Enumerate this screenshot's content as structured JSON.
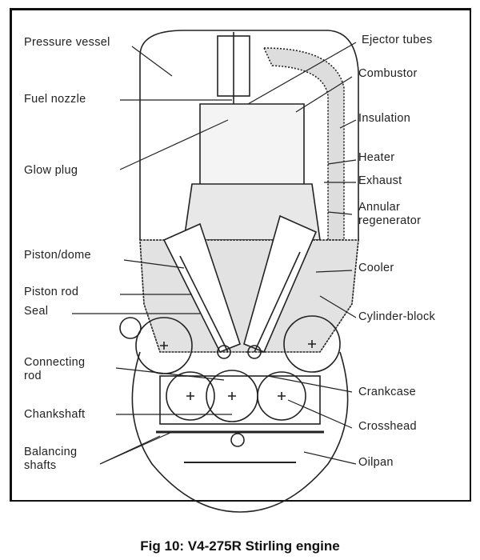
{
  "figure": {
    "caption": "Fig 10: V4-275R Stirling engine",
    "labels_left": [
      {
        "text": "Pressure vessel"
      },
      {
        "text": "Fuel nozzle"
      },
      {
        "text": "Glow plug"
      },
      {
        "text": "Piston/dome"
      },
      {
        "text": "Piston rod"
      },
      {
        "text": "Seal"
      },
      {
        "text": "Connecting"
      },
      {
        "text": "rod"
      },
      {
        "text": "Chankshaft"
      },
      {
        "text": "Balancing"
      },
      {
        "text": "shafts"
      }
    ],
    "labels_right": [
      {
        "text": "Ejector tubes"
      },
      {
        "text": "Combustor"
      },
      {
        "text": "Insulation"
      },
      {
        "text": "Heater"
      },
      {
        "text": "Exhaust"
      },
      {
        "text": "Annular"
      },
      {
        "text": "regenerator"
      },
      {
        "text": "Cooler"
      },
      {
        "text": "Cylinder-block"
      },
      {
        "text": "Crankcase"
      },
      {
        "text": "Crosshead"
      },
      {
        "text": "Oilpan"
      }
    ]
  }
}
